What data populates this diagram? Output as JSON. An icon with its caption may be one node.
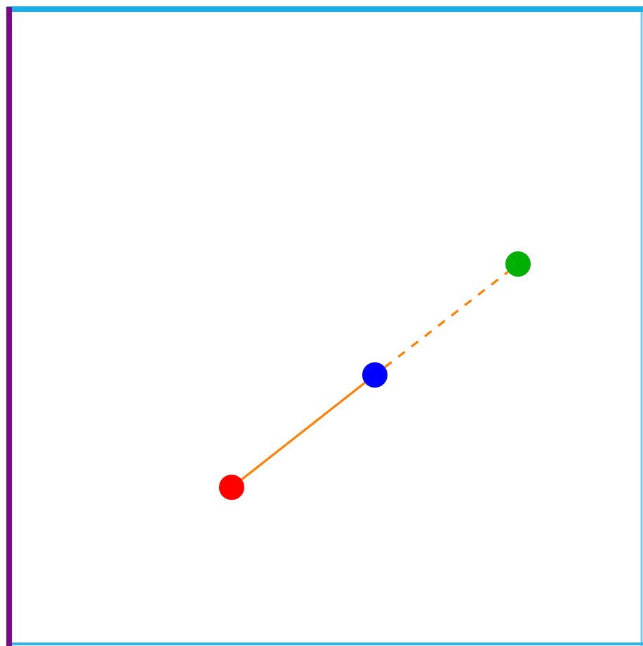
{
  "diagram": {
    "nodes": [
      {
        "text": [],
        "shape": "circle"
      },
      {
        "text": [],
        "shape": "circle"
      },
      {
        "text": [],
        "shape": "circle"
      }
    ],
    "edges": [
      {
        "from": 0,
        "to": 1,
        "arrow": "none"
      },
      {
        "from": 1,
        "to": 2,
        "arrow": "none",
        "style": "dashed"
      }
    ]
  }
}
